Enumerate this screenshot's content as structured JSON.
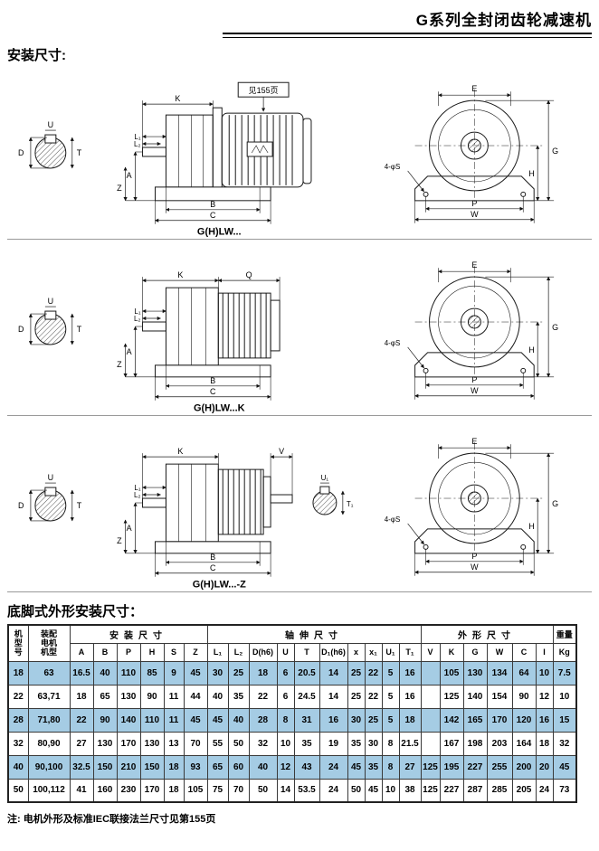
{
  "page": {
    "title": "G系列全封闭齿轮减速机",
    "install_heading": "安装尺寸:",
    "foot_heading": "底脚式外形安装尺寸：",
    "footnote": "注: 电机外形及标准IEC联接法兰尺寸见第155页"
  },
  "colors": {
    "row_highlight": "#a5cce4",
    "line": "#1a1a1a"
  },
  "diagrams": [
    {
      "caption": "G(H)LW...",
      "ref_note": "见155页",
      "labels": {
        "K": "K",
        "L1": "L₁",
        "L2": "L₂",
        "A": "A",
        "Z": "Z",
        "B": "B",
        "C": "C",
        "D": "D",
        "U": "U",
        "T": "T",
        "E": "E",
        "G": "G",
        "H": "H",
        "P": "P",
        "W": "W",
        "S": "4-φS"
      }
    },
    {
      "caption": "G(H)LW...K",
      "labels": {
        "K": "K",
        "Q": "Q",
        "L1": "L₁",
        "L2": "L₂",
        "A": "A",
        "Z": "Z",
        "B": "B",
        "C": "C",
        "D": "D",
        "U": "U",
        "T": "T",
        "E": "E",
        "G": "G",
        "H": "H",
        "P": "P",
        "W": "W",
        "S": "4-φS"
      }
    },
    {
      "caption": "G(H)LW...-Z",
      "labels": {
        "K": "K",
        "V": "V",
        "U1": "U₁",
        "T1": "T₁",
        "L1": "L₁",
        "L2": "L₂",
        "A": "A",
        "Z": "Z",
        "B": "B",
        "C": "C",
        "D": "D",
        "U": "U",
        "T": "T",
        "E": "E",
        "G": "G",
        "H": "H",
        "P": "P",
        "W": "W",
        "S": "4-φS"
      }
    }
  ],
  "table": {
    "group_headers": {
      "model": "机\n型\n号",
      "motor": "装配\n电机\n机型",
      "install": "安装尺寸",
      "shaft": "轴伸尺寸",
      "outline": "外形尺寸",
      "weight": "重量"
    },
    "columns": [
      "A",
      "B",
      "P",
      "H",
      "S",
      "Z",
      "L₁",
      "L₂",
      "D(h6)",
      "U",
      "T",
      "D₁(h6)",
      "x",
      "x₁",
      "U₁",
      "T₁",
      "V",
      "K",
      "G",
      "W",
      "C",
      "I",
      "Kg"
    ],
    "rows": [
      [
        "18",
        "63",
        "16.5",
        "40",
        "110",
        "85",
        "9",
        "45",
        "30",
        "25",
        "18",
        "6",
        "20.5",
        "14",
        "25",
        "22",
        "5",
        "16",
        "",
        "105",
        "130",
        "134",
        "64",
        "10",
        "7.5"
      ],
      [
        "22",
        "63,71",
        "18",
        "65",
        "130",
        "90",
        "11",
        "44",
        "40",
        "35",
        "22",
        "6",
        "24.5",
        "14",
        "25",
        "22",
        "5",
        "16",
        "",
        "125",
        "140",
        "154",
        "90",
        "12",
        "10"
      ],
      [
        "28",
        "71,80",
        "22",
        "90",
        "140",
        "110",
        "11",
        "45",
        "45",
        "40",
        "28",
        "8",
        "31",
        "16",
        "30",
        "25",
        "5",
        "18",
        "",
        "142",
        "165",
        "170",
        "120",
        "16",
        "15"
      ],
      [
        "32",
        "80,90",
        "27",
        "130",
        "170",
        "130",
        "13",
        "70",
        "55",
        "50",
        "32",
        "10",
        "35",
        "19",
        "35",
        "30",
        "8",
        "21.5",
        "",
        "167",
        "198",
        "203",
        "164",
        "18",
        "32"
      ],
      [
        "40",
        "90,100",
        "32.5",
        "150",
        "210",
        "150",
        "18",
        "93",
        "65",
        "60",
        "40",
        "12",
        "43",
        "24",
        "45",
        "35",
        "8",
        "27",
        "125",
        "195",
        "227",
        "255",
        "200",
        "20",
        "45"
      ],
      [
        "50",
        "100,112",
        "41",
        "160",
        "230",
        "170",
        "18",
        "105",
        "75",
        "70",
        "50",
        "14",
        "53.5",
        "24",
        "50",
        "45",
        "10",
        "38",
        "125",
        "227",
        "287",
        "285",
        "205",
        "24",
        "73"
      ]
    ]
  }
}
